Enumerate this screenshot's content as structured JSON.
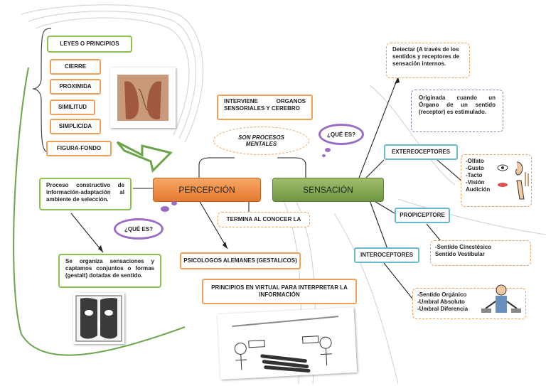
{
  "laws": {
    "title": "LEYES O PRINCIPIOS",
    "items": [
      "CIERRE",
      "PROXIMIDA",
      "SIMILITUD",
      "SIMPLICIDA",
      "FIGURA-FONDO"
    ]
  },
  "nodes": {
    "percepcion": "PERCEPCIÓN",
    "sensacion": "SENSACIÓN",
    "organos": "INTERVIENE ORGANOS SENSORIALES Y CEREBRO",
    "procesos": "SON PROCESOS MENTALES",
    "que_es_right": "¿QUÉ ES?",
    "que_es_left": "¿QUÉ ES?",
    "proceso": "Proceso constructivo de información-adaptación al ambiente de selección.",
    "termina": "TERMINA AL CONOCER LA",
    "organiza": "Se organiza sensaciones y captamos conjuntos o formas (gestalt) dotadas de sentido.",
    "psicologos": "PSICOLOGOS ALEMANES (GESTALICOS)",
    "principios": "PRINCIPIOS EN VIRTUAL PARA INTERPRETAR LA INFORMACIÓN",
    "detectar": "Detectar (A través de los sentidos y receptores de sensación internos.",
    "originada": "Originada cuando un Órgano de un sentido (receptor) es estimulado.",
    "extero": "EXTEREOCEPTORES",
    "extero_list": [
      "-Olfato",
      "-Gusto",
      "-Tacto",
      "-Visión",
      "Audición"
    ],
    "propio": "PROPICEPTORE",
    "propio_list": [
      "-Sentido Cinestésico",
      "Sentido Vestibular"
    ],
    "intero": "INTEROCEPTORES",
    "intero_list": [
      "-Sentido Orgánico",
      "-Umbral Absoluto",
      "-Umbral Diferencia"
    ]
  },
  "colors": {
    "green": "#8cc04f",
    "orange": "#f0a05a",
    "purple": "#9b6cc4",
    "teal": "#6ab8cc",
    "percepcion": "#e4782f",
    "sensacion": "#6f9644"
  }
}
